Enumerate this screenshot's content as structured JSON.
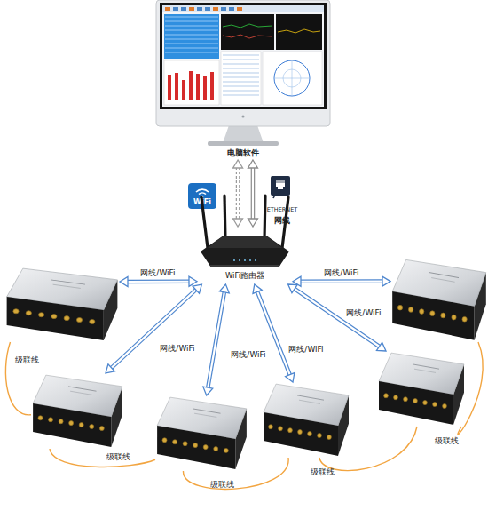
{
  "diagram": {
    "nodes": [
      {
        "text": [
          "电脑软件"
        ]
      },
      {
        "text": [
          "WiFi路由器"
        ]
      },
      {
        "text": []
      },
      {
        "text": []
      },
      {
        "text": []
      },
      {
        "text": []
      },
      {
        "text": []
      },
      {
        "text": []
      }
    ],
    "edges": [
      {
        "from": 0,
        "to": 1,
        "arrow": "both"
      },
      {
        "from": 0,
        "to": 1,
        "arrow": "both"
      },
      {
        "from": 1,
        "to": 2,
        "arrow": "both",
        "label": "网线/WiFi"
      },
      {
        "from": 1,
        "to": 3,
        "arrow": "both",
        "label": "网线/WiFi"
      },
      {
        "from": 1,
        "to": 4,
        "arrow": "both",
        "label": "网线/WiFi"
      },
      {
        "from": 1,
        "to": 5,
        "arrow": "both",
        "label": "网线/WiFi"
      },
      {
        "from": 1,
        "to": 6,
        "arrow": "both",
        "label": "网线/WiFi"
      },
      {
        "from": 1,
        "to": 7,
        "arrow": "both",
        "label": "网线/WiFi"
      },
      {
        "from": 2,
        "to": 4,
        "arrow": "none",
        "label": "级联线"
      },
      {
        "from": 4,
        "to": 5,
        "arrow": "none",
        "label": "级联线"
      },
      {
        "from": 5,
        "to": 6,
        "arrow": "none",
        "label": "级联线"
      },
      {
        "from": 6,
        "to": 7,
        "arrow": "none",
        "label": "级联线"
      },
      {
        "from": 7,
        "to": 3,
        "arrow": "none",
        "label": "级联线"
      }
    ],
    "labels": [
      "WiFi",
      "ETHERNET",
      "网线"
    ]
  }
}
